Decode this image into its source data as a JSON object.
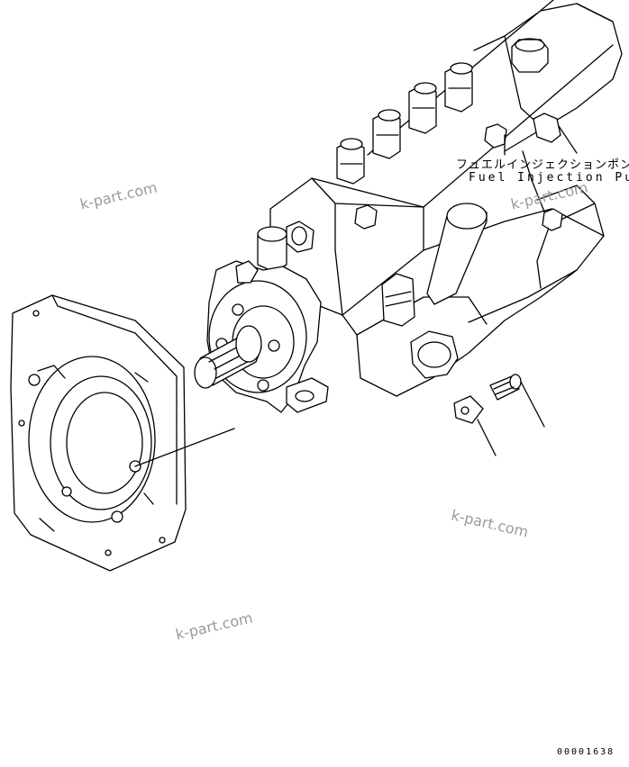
{
  "labels": {
    "part_name_jp": "フュエルインジェクションポンプ",
    "part_name_en": "Fuel Injection Pump",
    "drawing_code": "00001638"
  },
  "watermarks": [
    "k-part.com",
    "k-part.com",
    "k-part.com",
    "k-part.com"
  ],
  "colors": {
    "line": "#000000",
    "watermark": "#9a9a9a",
    "background": "#ffffff"
  }
}
